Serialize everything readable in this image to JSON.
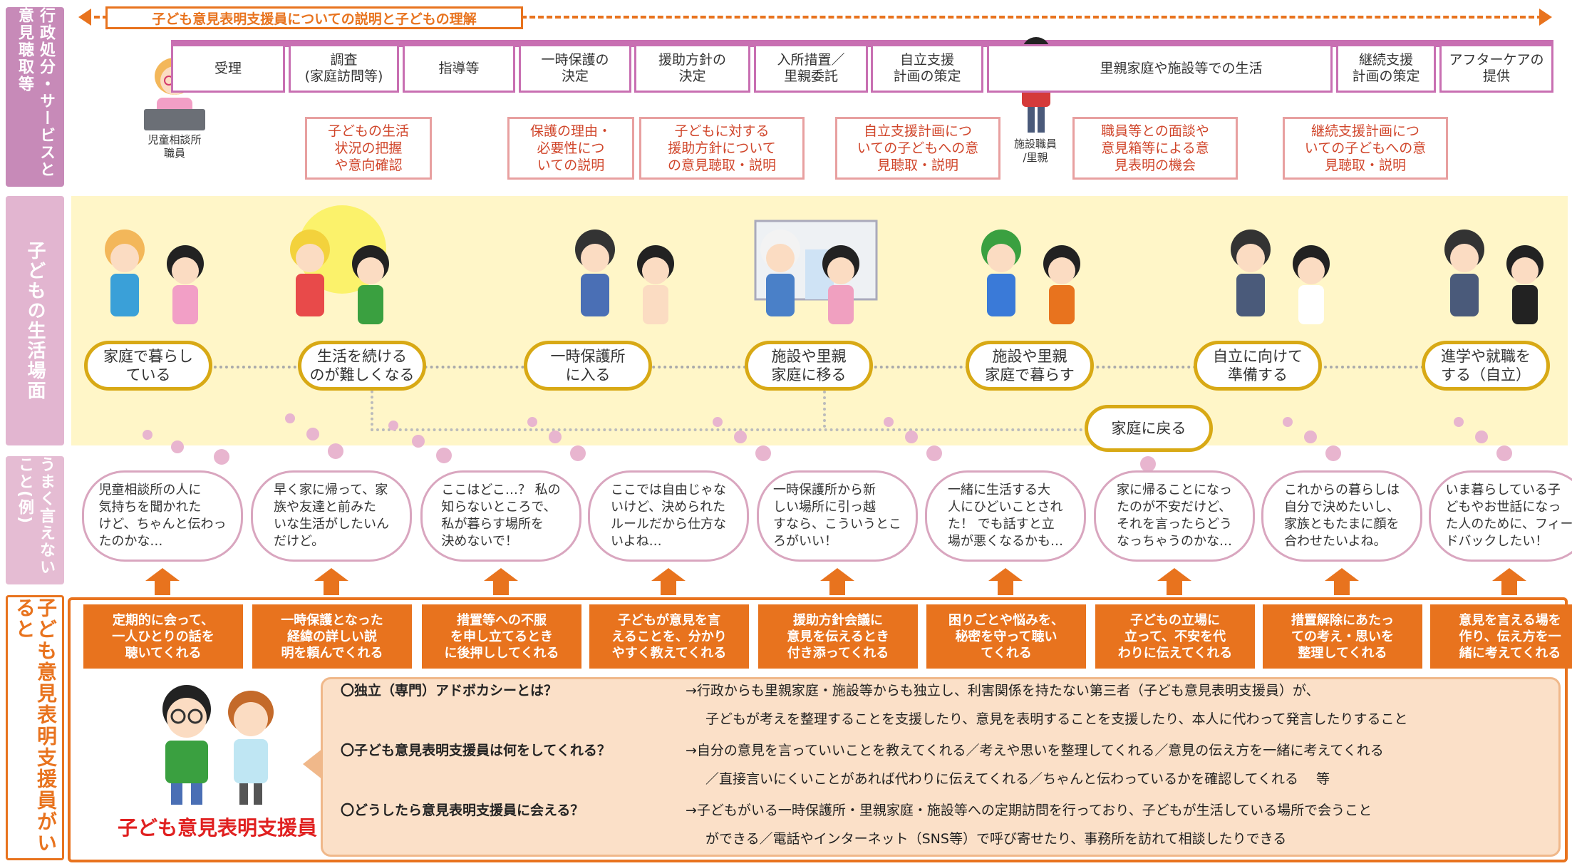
{
  "header_banner": "子ども意見表明支援員についての説明と子どもの理解",
  "left_labels": {
    "admin": "行政処分・サービスと意見聴取等",
    "life": "子どもの生活場面",
    "voice": "うまく言えないこと(例)",
    "supporter": "子ども意見表明支援員がいると"
  },
  "stages": [
    "受理",
    "調査\n(家庭訪問等)",
    "指導等",
    "一時保護の\n決定",
    "援助方針の\n決定",
    "入所措置／\n里親委託",
    "自立支援\n計画の策定",
    "里親家庭や施設等での生活",
    "継続支援\n計画の策定",
    "アフターケアの\n提供"
  ],
  "person_labels": {
    "counselor": "児童相談所\n職員",
    "staff": "施設職員\n/里親"
  },
  "hearing": [
    "子どもの生活\n状況の把握\nや意向確認",
    "保護の理由・\n必要性につ\nいての説明",
    "子どもに対する\n援助方針について\nの意見聴取・説明",
    "自立支援計画につ\nいての子どもへの意\n見聴取・説明",
    "職員等との面談や\n意見箱等による意\n見表明の機会",
    "継続支援計画につ\nいての子どもへの意\n見聴取・説明"
  ],
  "life_scenes": [
    "家庭で暮らし\nている",
    "生活を続ける\nのが難しくなる",
    "一時保護所\nに入る",
    "施設や里親\n家庭に移る",
    "施設や里親\n家庭で暮らす",
    "自立に向けて\n準備する",
    "進学や就職を\nする（自立）"
  ],
  "return_home": "家庭に戻る",
  "voices": [
    "児童相談所の人に\n気持ちを聞かれた\nけど、ちゃんと伝わっ\nたのかな…",
    "早く家に帰って、家\n族や友達と前みた\nいな生活がしたいん\nだけど。",
    "ここはどこ…？ 私の\n知らないところで、\n私が暮らす場所を\n決めないで！",
    "ここでは自由じゃな\nいけど、決められた\nルールだから仕方な\nいよね…",
    "一時保護所から新\nしい場所に引っ越\nすなら、こういうとこ\nろがいい！",
    "一緒に生活する大\n人にひどいことされ\nた！ でも話すと立\n場が悪くなるかも…",
    "家に帰ることになっ\nたのが不安だけど、\nそれを言ったらどう\nなっちゃうのかな…",
    "これからの暮らしは\n自分で決めたいし、\n家族ともたまに顔を\n合わせたいよね。",
    "いま暮らしている子\nどもやお世話になっ\nた人のために、フィー\nドバックしたい！"
  ],
  "supports": [
    "定期的に会って、\n一人ひとりの話を\n聴いてくれる",
    "一時保護となった\n経緯の詳しい説\n明を頼んでくれる",
    "措置等への不服\nを申し立てるとき\nに後押ししてくれる",
    "子どもが意見を言\nえることを、分かり\nやすく教えてくれる",
    "援助方針会議に\n意見を伝えるとき\n付き添ってくれる",
    "困りごとや悩みを、\n秘密を守って聴い\nてくれる",
    "子どもの立場に\n立って、不安を代\nわりに伝えてくれる",
    "措置解除にあたっ\nての考え・思いを\n整理してくれる",
    "意見を言える場を\n作り、伝え方を一\n緒に考えてくれる"
  ],
  "supporter_title": "子ども意見表明支援員",
  "info": {
    "q1": "〇独立（専門）アドボカシーとは？",
    "a1a": "→行政からも里親家庭・施設等からも独立し、利害関係を持たない第三者（子ども意見表明支援員）が、",
    "a1b": "子どもが考えを整理することを支援したり、意見を表明することを支援したり、本人に代わって発言したりすること",
    "q2": "〇子ども意見表明支援員は何をしてくれる？",
    "a2a": "→自分の意見を言っていいことを教えてくれる／考えや思いを整理してくれる／意見の伝え方を一緒に考えてくれる",
    "a2b": "／直接言いにくいことがあれば代わりに伝えてくれる／ちゃんと伝わっているかを確認してくれる　 等",
    "q3": "〇どうしたら意見表明支援員に会える？",
    "a3a": "→子どもがいる一時保護所・里親家庭・施設等への定期訪問を行っており、子どもが生活している場所で会うこと",
    "a3b": "ができる／電話やインターネット（SNS等）で呼び寄せたり、事務所を訪れて相談したりできる"
  },
  "colors": {
    "purple": "#c86fb2",
    "orange": "#e8731e",
    "gold": "#d8a915",
    "pink": "#e8b5cf",
    "yellow": "#fff6c8"
  }
}
